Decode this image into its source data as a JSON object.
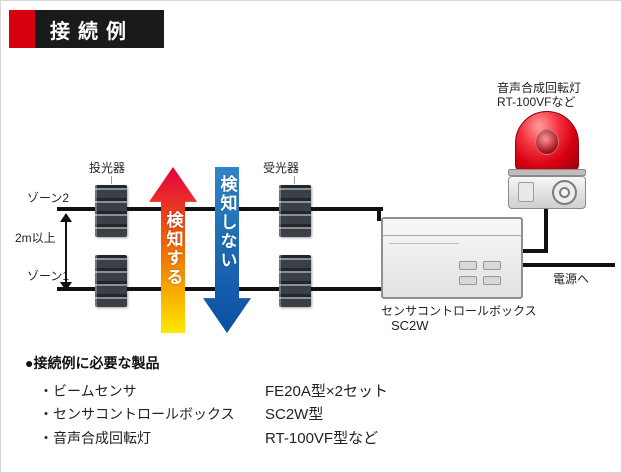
{
  "header": {
    "title": "接続例",
    "accent_color": "#d7000f",
    "bar_color": "#1a1a1a"
  },
  "diagram": {
    "emitter_label": "投光器",
    "receiver_label": "受光器",
    "zone2_label": "ゾーン2",
    "zone1_label": "ゾーン1",
    "distance_label": "2m以上",
    "detect_arrow": {
      "text": "検知する",
      "color_top": "#e50040",
      "color_bottom": "#ffe800"
    },
    "no_detect_arrow": {
      "text": "検知しない",
      "color_top": "#2f86c5",
      "color_bottom": "#0b4ea2"
    },
    "control_box": {
      "label_line1": "センサコントロールボックス",
      "label_line2": "SC2W"
    },
    "beacon": {
      "label_line1": "音声合成回転灯",
      "label_line2": "RT-100VFなど",
      "dome_color": "#d50012"
    },
    "power_label": "電源へ",
    "wire_color": "#111111"
  },
  "required_products": {
    "heading": "●接続例に必要な製品",
    "items": [
      {
        "name": "・ビームセンサ",
        "value": "FE20A型×2セット"
      },
      {
        "name": "・センサコントロールボックス",
        "value": "SC2W型"
      },
      {
        "name": "・音声合成回転灯",
        "value": "RT-100VF型など"
      }
    ]
  }
}
